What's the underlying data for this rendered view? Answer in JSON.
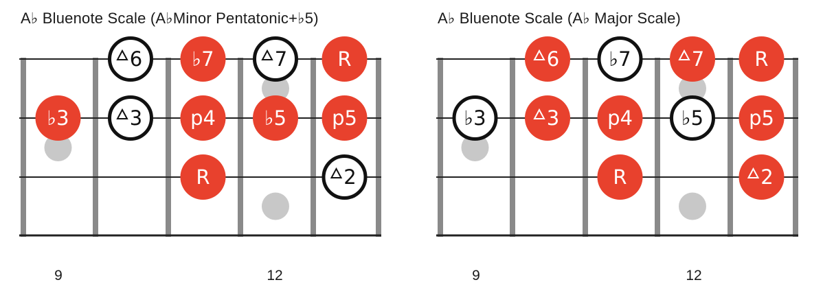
{
  "colors": {
    "red": "#e8412d",
    "string": "#222222",
    "fret": "#8a8a8a",
    "marker": "#c8c8c8",
    "ring": "#111111",
    "white": "#ffffff"
  },
  "diagrams": [
    {
      "title": "A♭ Bluenote Scale (A♭Minor Pentatonic+♭5)",
      "fret_labels": [
        {
          "text": "9",
          "col": 0
        },
        {
          "text": "12",
          "col": 3
        }
      ],
      "inlay_dots": [
        {
          "col": 0,
          "between": [
            1,
            2
          ]
        },
        {
          "col": 3,
          "between": [
            0,
            1
          ]
        },
        {
          "col": 3,
          "between": [
            2,
            3
          ]
        }
      ],
      "notes": [
        {
          "label": "♭3",
          "col": 0,
          "string": 1,
          "style": "filled"
        },
        {
          "label": "6",
          "col": 1,
          "string": 0,
          "style": "outline",
          "triangle": true
        },
        {
          "label": "3",
          "col": 1,
          "string": 1,
          "style": "outline",
          "triangle": true
        },
        {
          "label": "♭7",
          "col": 2,
          "string": 0,
          "style": "filled"
        },
        {
          "label": "p4",
          "col": 2,
          "string": 1,
          "style": "filled"
        },
        {
          "label": "R",
          "col": 2,
          "string": 2,
          "style": "filled"
        },
        {
          "label": "7",
          "col": 3,
          "string": 0,
          "style": "outline",
          "triangle": true
        },
        {
          "label": "♭5",
          "col": 3,
          "string": 1,
          "style": "filled"
        },
        {
          "label": "R",
          "col": 4,
          "string": 0,
          "style": "filled"
        },
        {
          "label": "p5",
          "col": 4,
          "string": 1,
          "style": "filled"
        },
        {
          "label": "2",
          "col": 4,
          "string": 2,
          "style": "outline",
          "triangle": true
        }
      ]
    },
    {
      "title": "A♭ Bluenote Scale (A♭ Major Scale)",
      "fret_labels": [
        {
          "text": "9",
          "col": 0
        },
        {
          "text": "12",
          "col": 3
        }
      ],
      "inlay_dots": [
        {
          "col": 0,
          "between": [
            1,
            2
          ]
        },
        {
          "col": 3,
          "between": [
            0,
            1
          ]
        },
        {
          "col": 3,
          "between": [
            2,
            3
          ]
        }
      ],
      "notes": [
        {
          "label": "♭3",
          "col": 0,
          "string": 1,
          "style": "outline"
        },
        {
          "label": "6",
          "col": 1,
          "string": 0,
          "style": "filled",
          "triangle": true
        },
        {
          "label": "3",
          "col": 1,
          "string": 1,
          "style": "filled",
          "triangle": true
        },
        {
          "label": "♭7",
          "col": 2,
          "string": 0,
          "style": "outline"
        },
        {
          "label": "p4",
          "col": 2,
          "string": 1,
          "style": "filled"
        },
        {
          "label": "R",
          "col": 2,
          "string": 2,
          "style": "filled"
        },
        {
          "label": "7",
          "col": 3,
          "string": 0,
          "style": "filled",
          "triangle": true
        },
        {
          "label": "♭5",
          "col": 3,
          "string": 1,
          "style": "outline"
        },
        {
          "label": "R",
          "col": 4,
          "string": 0,
          "style": "filled"
        },
        {
          "label": "p5",
          "col": 4,
          "string": 1,
          "style": "filled"
        },
        {
          "label": "2",
          "col": 4,
          "string": 2,
          "style": "filled",
          "triangle": true
        }
      ]
    }
  ]
}
